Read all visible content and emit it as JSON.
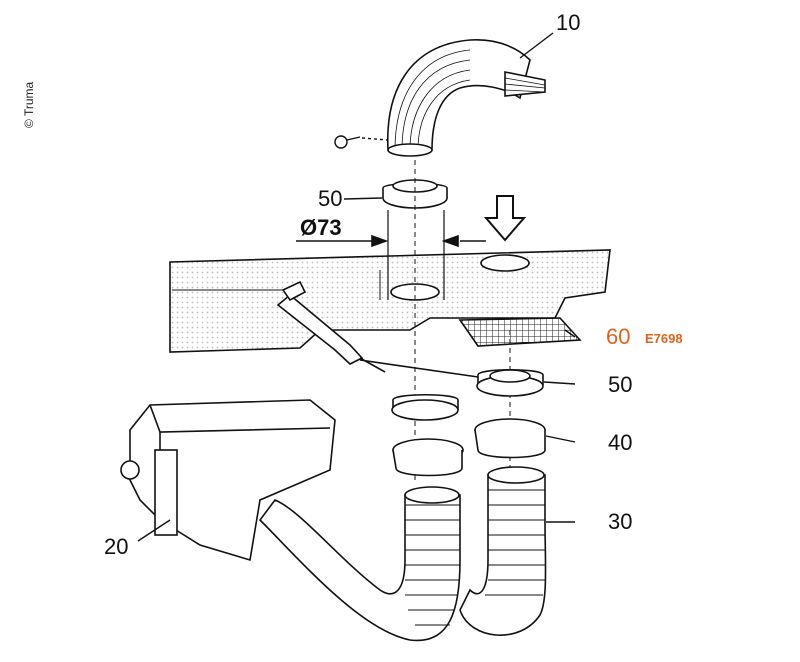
{
  "labels": {
    "l10": "10",
    "l50a": "50",
    "l50b": "50",
    "l40": "40",
    "l30": "30",
    "l20": "20",
    "l60": "60"
  },
  "diameter": "Ø73",
  "part_code": "E7698",
  "copyright": "© Truma",
  "colors": {
    "accent": "#e0621e",
    "line": "#111111",
    "fill": "#ffffff",
    "dot": "#c9c9c9"
  }
}
